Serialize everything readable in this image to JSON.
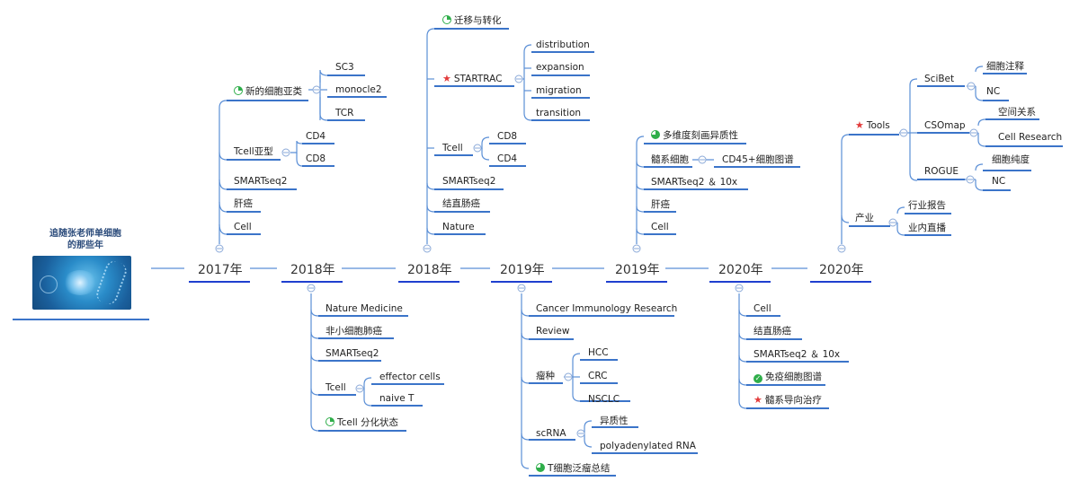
{
  "root": {
    "title_line1": "追随张老师单细胞",
    "title_line2": "的那些年",
    "image_icon": "dna-cell-image"
  },
  "years": [
    "2017年",
    "2018年",
    "2018年",
    "2019年",
    "2019年",
    "2020年",
    "2020年"
  ],
  "branches": {
    "y2017": {
      "subtype": {
        "label": "新的细胞亚类",
        "icon": "progress-quarter-icon",
        "children": [
          "SC3",
          "monocle2",
          "TCR"
        ]
      },
      "tcell_sub": {
        "label": "Tcell亚型",
        "children": [
          "CD4",
          "CD8"
        ]
      },
      "leaves": [
        "SMARTseq2",
        "肝癌",
        "Cell"
      ]
    },
    "y2018a": {
      "leaves": [
        "Nature Medicine",
        "非小细胞肺癌",
        "SMARTseq2"
      ],
      "tcell": {
        "label": "Tcell",
        "children": [
          "effector cells",
          "naive T"
        ]
      },
      "diff": {
        "label": "Tcell 分化状态",
        "icon": "progress-quarter-icon"
      }
    },
    "y2018b": {
      "migration": {
        "label": "迁移与转化",
        "icon": "progress-quarter-icon"
      },
      "startrac": {
        "label": "STARTRAC",
        "icon": "star-icon",
        "children": [
          "distribution",
          "expansion",
          "migration",
          "transition"
        ]
      },
      "tcell": {
        "label": "Tcell",
        "children": [
          "CD8",
          "CD4"
        ]
      },
      "leaves": [
        "SMARTseq2",
        "结直肠癌",
        "Nature"
      ]
    },
    "y2019a": {
      "leaves": [
        "Cancer Immunology Research",
        "Review"
      ],
      "tumor": {
        "label": "瘤种",
        "children": [
          "HCC",
          "CRC",
          "NSCLC"
        ]
      },
      "scrna": {
        "label": "scRNA",
        "children": [
          "异质性",
          "polyadenylated RNA"
        ]
      },
      "summary": {
        "label": "T细胞泛瘤总结",
        "icon": "progress-three-quarter-icon"
      }
    },
    "y2019b": {
      "hetero": {
        "label": "多维度刻画异质性",
        "icon": "progress-three-quarter-icon"
      },
      "myeloid": {
        "label": "髓系细胞",
        "children": [
          "CD45+细胞图谱"
        ]
      },
      "leaves": [
        "SMARTseq2 ＆ 10x",
        "肝癌",
        "Cell"
      ]
    },
    "y2020a": {
      "leaves": [
        "Cell",
        "结直肠癌",
        "SMARTseq2 ＆ 10x"
      ],
      "immune": {
        "label": "免疫细胞图谱",
        "icon": "check-icon"
      },
      "therapy": {
        "label": "髓系导向治疗",
        "icon": "star-icon"
      }
    },
    "y2020b": {
      "tools": {
        "label": "Tools",
        "icon": "star-icon"
      },
      "scibet": {
        "label": "SciBet",
        "children": [
          "细胞注释",
          "NC"
        ]
      },
      "csomap": {
        "label": "CSOmap",
        "children": [
          "空间关系",
          "Cell Research"
        ]
      },
      "rogue": {
        "label": "ROGUE",
        "children": [
          "细胞纯度",
          "NC"
        ]
      },
      "industry": {
        "label": "产业",
        "children": [
          "行业报告",
          "业内直播"
        ]
      }
    }
  },
  "colors": {
    "line": "#5b8fd6",
    "underline": "#3b74c9",
    "year_underline": "#1f3fcf",
    "progress": "#2fae4a",
    "star": "#e23b3b"
  }
}
